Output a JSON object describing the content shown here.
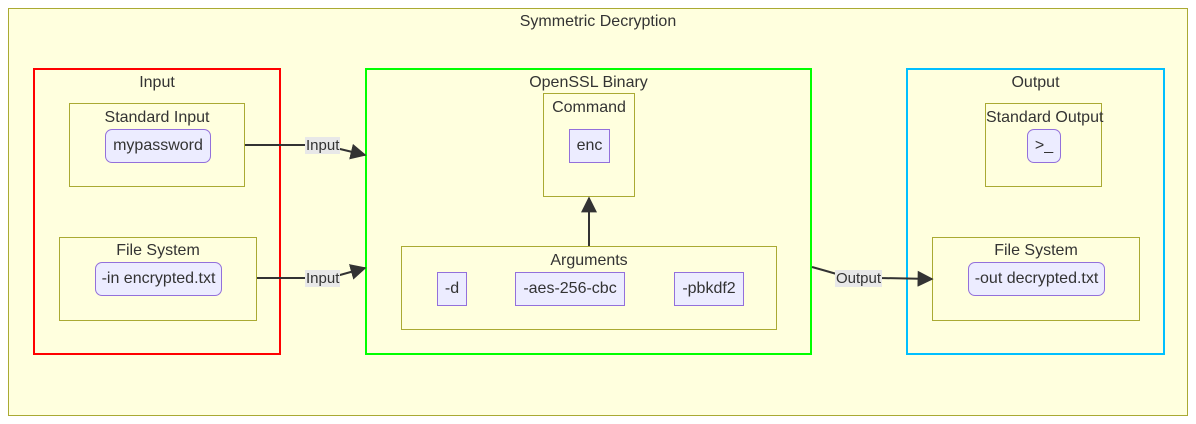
{
  "diagram": {
    "title": "Symmetric Decryption",
    "groups": {
      "input": {
        "title": "Input",
        "stdin": {
          "title": "Standard Input",
          "node": "mypassword"
        },
        "fs": {
          "title": "File System",
          "node": "-in encrypted.txt"
        }
      },
      "openssl": {
        "title": "OpenSSL Binary",
        "command": {
          "title": "Command",
          "node": "enc"
        },
        "arguments": {
          "title": "Arguments",
          "nodes": [
            "-d",
            "-aes-256-cbc",
            "-pbkdf2"
          ]
        }
      },
      "output": {
        "title": "Output",
        "stdout": {
          "title": "Standard Output",
          "node": ">_"
        },
        "fs": {
          "title": "File System",
          "node": "-out decrypted.txt"
        }
      }
    },
    "edges": [
      {
        "label": "Input"
      },
      {
        "label": "Input"
      },
      {
        "label": ""
      },
      {
        "label": "Output"
      }
    ],
    "colors": {
      "background": "#ffffde",
      "cluster_border": "#aaaa33",
      "node_fill": "#ececff",
      "node_border": "#9370db",
      "input_border": "#ff0000",
      "openssl_border": "#00ff00",
      "output_border": "#00bfff",
      "edge": "#333333",
      "edge_label_bg": "#e8e8e8"
    }
  }
}
